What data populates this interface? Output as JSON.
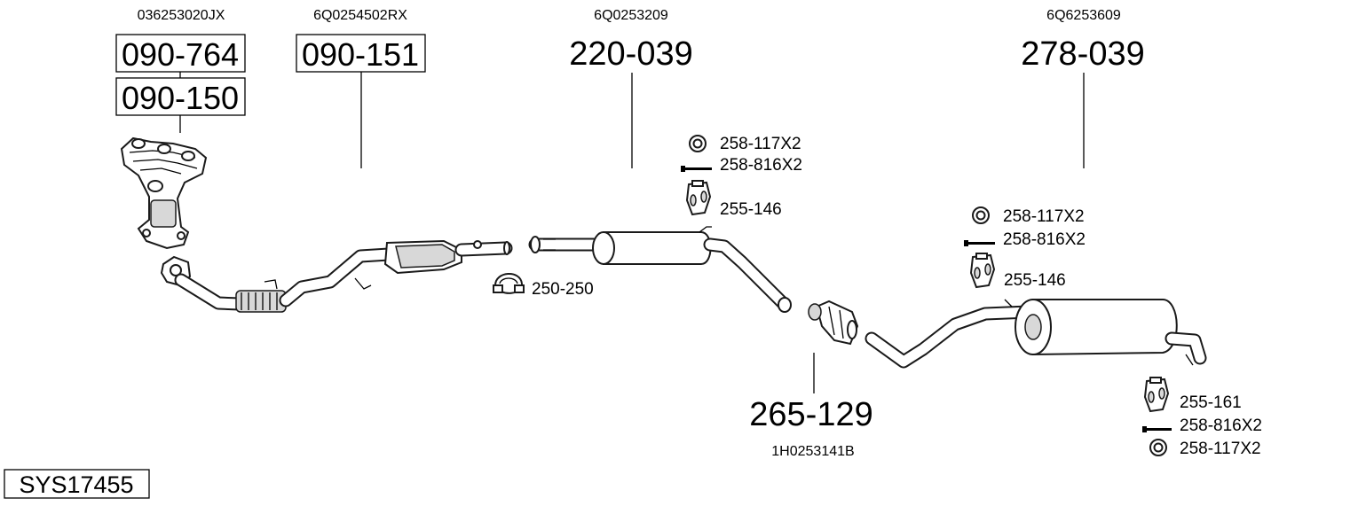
{
  "system_id": "SYS17455",
  "oem_numbers": {
    "manifold": "036253020JX",
    "front_pipe": "6Q0254502RX",
    "middle_silencer": "6Q0253209",
    "rear_silencer": "6Q6253609",
    "connector": "1H0253141B"
  },
  "part_numbers": {
    "manifold_upper": "090-764",
    "manifold_lower": "090-150",
    "front_pipe": "090-151",
    "middle_silencer": "220-039",
    "rear_silencer": "278-039",
    "connector": "265-129"
  },
  "accessories": {
    "clamp": "250-250",
    "middle_ring": "258-117X2",
    "middle_bolt": "258-816X2",
    "middle_hanger": "255-146",
    "rear_ring": "258-117X2",
    "rear_bolt": "258-816X2",
    "rear_hanger": "255-146",
    "tail_hanger": "255-161",
    "tail_bolt": "258-816X2",
    "tail_ring": "258-117X2"
  }
}
